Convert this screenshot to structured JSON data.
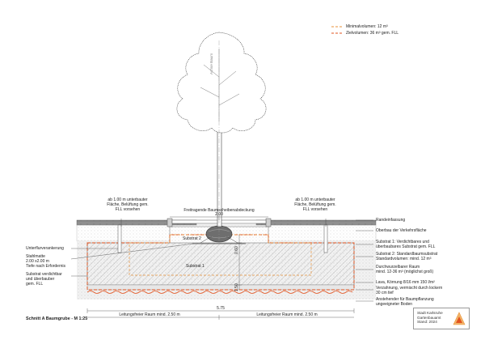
{
  "legend": {
    "min_volume": "Minimalvolumen: 12 m³",
    "target_volume": "Zielvolumen: 36 m³ gem. FLL",
    "colors": {
      "min": "#e9923a",
      "target": "#e2531f"
    }
  },
  "tree": {
    "axis_label": "Achse Baum"
  },
  "labels": {
    "left_top": "ab 1.00 m unterbauter\nFläche, Belüftung gem.\nFLL vorsehen",
    "right_top": "ab 1.00 m unterbauter\nFläche, Belüftung gem.\nFLL vorsehen",
    "center_top": "Freitragende Baumscheibenabdeckung",
    "dim_top": "2.00",
    "substrat2": "Substrat 2",
    "substrat1": "Substrat 1",
    "left_1": "Unterflurverankerung",
    "left_2": "Stahlmatte\n2.00 x2.00 m\nTiefe nach Erfordernis",
    "left_3": "Substrat verdichtbar\nund überbauber\ngem. FLL",
    "right_1": "Randeinfassung",
    "right_2": "Oberbau der Verkehrsfläche",
    "right_3": "Substrat 1: Verdichtbares und\nüberbaubares Substrat gem. FLL",
    "right_4": "Substrat 2: Standardbaumsubstrat\nStandardvolumen: mind. 12 m³",
    "right_5": "Durchwurzelbarer Raum\nmind. 12-36 m³ (möglichst groß)",
    "right_6": "Lava, Körnung 8/16 mm 150 l/m²",
    "right_7": "Verzahnung, vermischt durch lockern\n30 cm tief",
    "right_8": "Anstehender für Baumpflanzung\nungeeigneter Boden",
    "dim_depth_1": "0.60",
    "dim_depth_2": "1.50",
    "dim_total": "5.75",
    "dim_left": "Leitungsfreier Raum mind. 2.50 m",
    "dim_right": "Leitungsfreier Raum mind. 2.50 m"
  },
  "title": "Schnitt A Baumgrube - M 1:25",
  "stamp": {
    "line1": "Stadt Karlsruhe",
    "line2": "Gartenbauamt",
    "line3": "Stand: 2024"
  }
}
